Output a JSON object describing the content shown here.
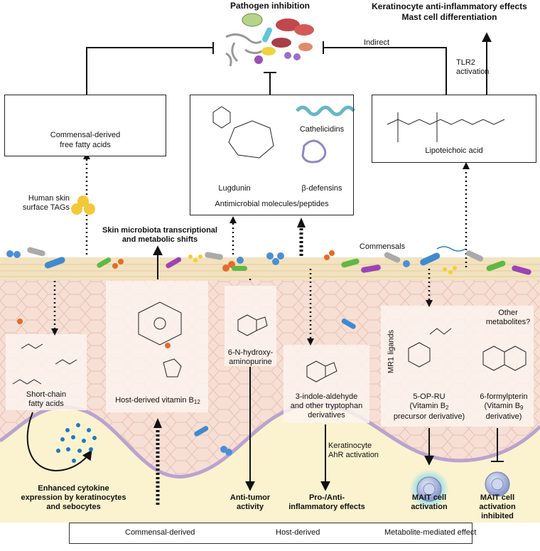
{
  "top": {
    "pathogen_title": "Pathogen inhibition",
    "keratinocyte_title_line1": "Keratinocyte anti-inflammatory effects",
    "keratinocyte_title_line2": "Mast cell differentiation",
    "indirect_label": "Indirect",
    "tlr2_label_line1": "TLR2",
    "tlr2_label_line2": "activation"
  },
  "boxes": {
    "ffa_line1": "Commensal-derived",
    "ffa_line2": "free fatty acids",
    "amp_title": "Antimicrobial molecules/peptides",
    "lugdunin": "Lugdunin",
    "cathelicidins": "Cathelicidins",
    "defensins": "β-defensins",
    "lta": "Lipoteichoic acid"
  },
  "skin": {
    "tags_line1": "Human skin",
    "tags_line2": "surface TAGs",
    "shifts_line1": "Skin microbiota transcriptional",
    "shifts_line2": "and metabolic shifts",
    "commensals": "Commensals",
    "scfa_line1": "Short-chain",
    "scfa_line2": "fatty acids",
    "b12_text": "Host-derived vitamin B",
    "b12_sub": "12",
    "hap_line1": "6-N-hydroxy-",
    "hap_line2": "aminopurine",
    "ia_line1": "3-indole-aldehyde",
    "ia_line2": "and other tryptophan",
    "ia_line3": "derivatives",
    "mr1": "MR1 ligands",
    "other_line1": "Other",
    "other_line2": "metabolites?",
    "opru_line1": "5-OP-RU",
    "opru_line2_a": "(Vitamin B",
    "opru_line2_sub": "2",
    "opru_line3": "precursor derivative)",
    "fp_line1": "6-formylpterin",
    "fp_line2_a": "(Vitamin B",
    "fp_line2_sub": "9",
    "fp_line3": "derivative)",
    "ahr_line1": "Keratinocyte",
    "ahr_line2": "AhR activation"
  },
  "outcomes": {
    "cytokine_line1": "Enhanced cytokine",
    "cytokine_line2": "expression by keratinocytes",
    "cytokine_line3": "and sebocytes",
    "antitumor_line1": "Anti-tumor",
    "antitumor_line2": "activity",
    "proanti_line1": "Pro-/Anti-",
    "proanti_line2": "inflammatory effects",
    "mait_act_line1": "MAIT cell",
    "mait_act_line2": "activation",
    "mait_inh_line1": "MAIT cell",
    "mait_inh_line2": "activation",
    "mait_inh_line3": "inhibited"
  },
  "legend": {
    "commensal": "Commensal-derived",
    "host": "Host-derived",
    "effect": "Metabolite-mediated effect"
  },
  "colors": {
    "epidermis": "#f6dfd4",
    "stratum_corneum": "#f3e2bf",
    "dermis": "#fbf3cf",
    "basement": "#b9a3cf",
    "cell_glow": "#6fd7ee",
    "mait_cell": "#a9b6de",
    "cytokine_dots": "#1d79c3"
  }
}
